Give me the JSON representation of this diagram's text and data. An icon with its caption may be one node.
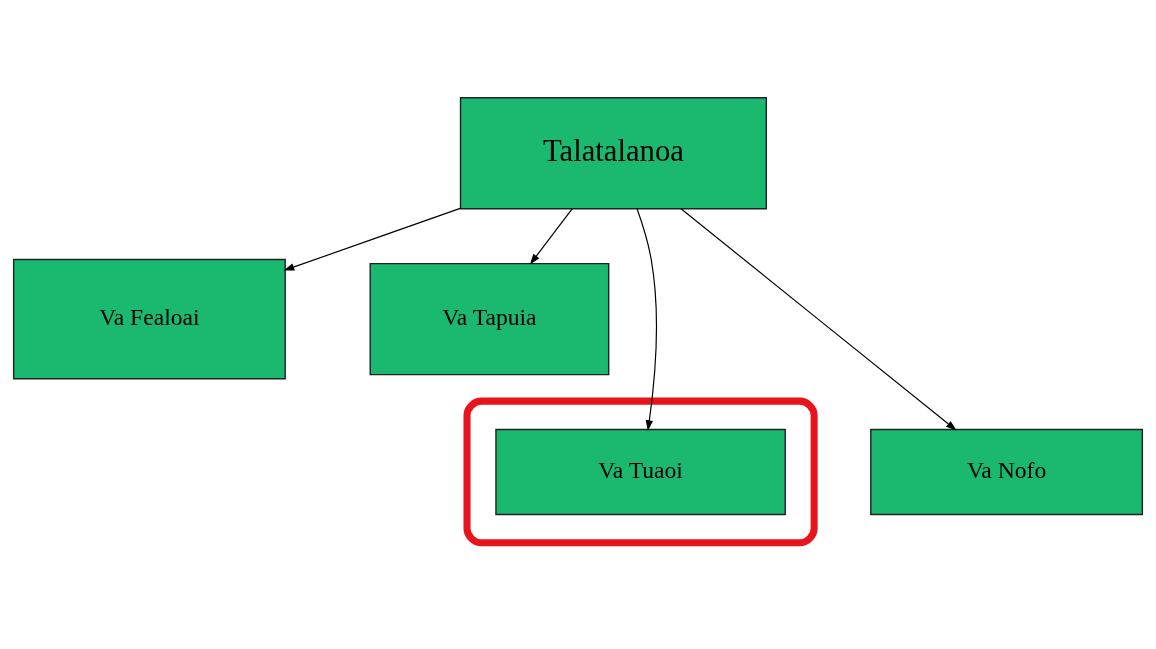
{
  "diagram": {
    "nodes": [
      {
        "text": [
          "Talatalanoa"
        ]
      },
      {
        "text": [
          "Va Fealoai"
        ]
      },
      {
        "text": [
          "Va Tapuia"
        ]
      },
      {
        "text": [],
        "shape": "ellipse"
      },
      {
        "text": [
          "Va Tuaoi"
        ],
        "in": 3
      },
      {
        "text": [
          "Va Nofo"
        ]
      }
    ],
    "edges": [
      {
        "from": 0,
        "to": 1,
        "arrow": "to"
      },
      {
        "from": 0,
        "to": 4,
        "arrow": "to"
      },
      {
        "from": 0,
        "to": 5,
        "arrow": "to"
      },
      {
        "from": 0,
        "to": 2,
        "arrow": "to"
      }
    ]
  }
}
